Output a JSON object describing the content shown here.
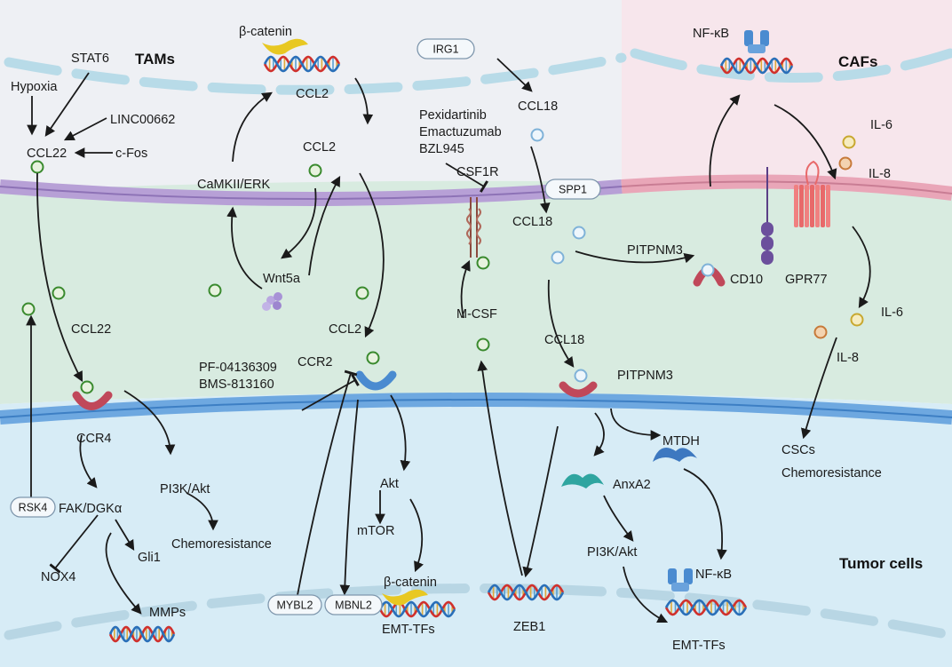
{
  "regions": {
    "tams": "TAMs",
    "cafs": "CAFs",
    "tumor": "Tumor cells"
  },
  "labels": {
    "stat6": "STAT6",
    "hypoxia": "Hypoxia",
    "linc": "LINC00662",
    "cfos": "c-Fos",
    "ccl22_top": "CCL22",
    "ccl22_mid": "CCL22",
    "ccr4": "CCR4",
    "fak": "FAK/DGKα",
    "pi3k_left": "PI3K/Akt",
    "chemo_left": "Chemoresistance",
    "gli1": "Gli1",
    "nox4": "NOX4",
    "mmps": "MMPs",
    "bcat_top": "β-catenin",
    "ccl2_top": "CCL2",
    "camkii": "CaMKII/ERK",
    "ccl2_mid": "CCL2",
    "wnt5a": "Wnt5a",
    "ccl2_low": "CCL2",
    "ccr2": "CCR2",
    "pf": "PF-04136309",
    "bms": "BMS-813160",
    "akt": "Akt",
    "mtor": "mTOR",
    "bcat_low": "β-catenin",
    "emt_left": "EMT-TFs",
    "ccl18_top": "CCL18",
    "pexi": "Pexidartinib",
    "emac": "Emactuzumab",
    "bzl": "BZL945",
    "csf1r": "CSF1R",
    "ccl18_mid": "CCL18",
    "mcsf": "M-CSF",
    "ccl18_low": "CCL18",
    "pitpnm3_low": "PITPNM3",
    "mtdh": "MTDH",
    "anxa2": "AnxA2",
    "pi3k_right": "PI3K/Akt",
    "zeb1": "ZEB1",
    "nfkb_low": "NF-κB",
    "emt_right": "EMT-TFs",
    "nfkb_top": "NF-κB",
    "il6_top": "IL-6",
    "il8_top": "IL-8",
    "pitpnm3_top": "PITPNM3",
    "cd10": "CD10",
    "gpr77": "GPR77",
    "il6_mid": "IL-6",
    "il8_mid": "IL-8",
    "cscs": "CSCs",
    "chemo_right": "Chemoresistance"
  },
  "pills": {
    "irg1": "IRG1",
    "spp1": "SPP1",
    "rsk4": "RSK4",
    "mybl2": "MYBL2",
    "mbnl2": "MBNL2"
  },
  "colors": {
    "tam_bg": "#eef0f4",
    "caf_bg": "#f7e6ec",
    "stroma_bg": "#d8ebe0",
    "tumor_bg": "#d7ecf6",
    "ligand_green": "#3a8a2e",
    "ligand_blue": "#7fb2d8",
    "receptor_red": "#c0485a",
    "membrane_purple": "#b7a0d6",
    "membrane_pink": "#e9a6b8",
    "membrane_blue": "#6ea8e0"
  }
}
